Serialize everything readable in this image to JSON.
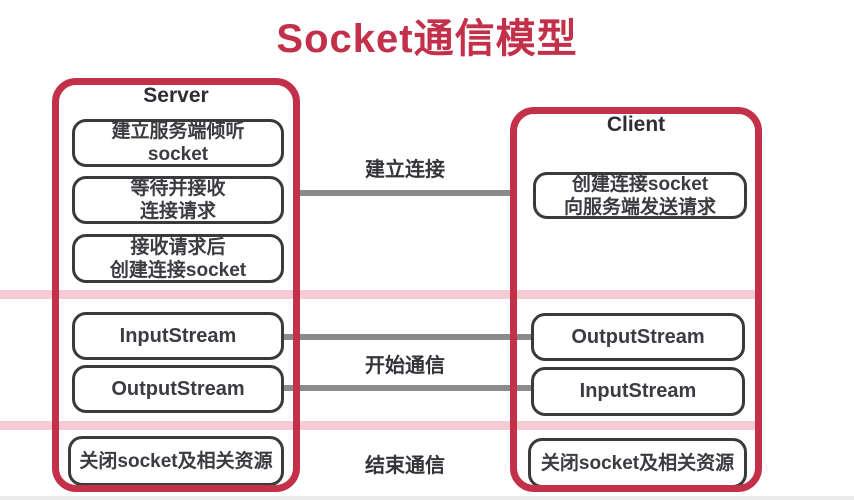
{
  "title": "Socket通信模型",
  "colors": {
    "crimson": "#c3304a",
    "pink_band": "#f5ccd3",
    "gray_line": "#8b8b8b",
    "node_border": "#3a3a3a",
    "text": "#3b3b42"
  },
  "server": {
    "label": "Server",
    "steps": [
      {
        "line1": "建立服务端倾听",
        "line2": "socket"
      },
      {
        "line1": "等待并接收",
        "line2": "连接请求"
      },
      {
        "line1": "接收请求后",
        "line2": "创建连接socket"
      },
      {
        "line1": "InputStream"
      },
      {
        "line1": "OutputStream"
      },
      {
        "line1": "关闭socket及相关资源"
      }
    ]
  },
  "client": {
    "label": "Client",
    "steps": [
      {
        "line1": "创建连接socket",
        "line2": "向服务端发送请求"
      },
      {
        "line1": "OutputStream"
      },
      {
        "line1": "InputStream"
      },
      {
        "line1": "关闭socket及相关资源"
      }
    ]
  },
  "middle_labels": {
    "establish": "建立连接",
    "start": "开始通信",
    "end": "结束通信"
  }
}
